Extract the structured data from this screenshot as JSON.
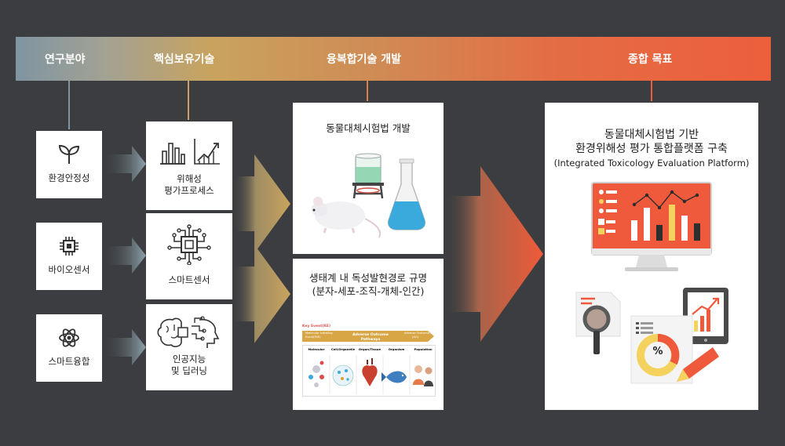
{
  "header": {
    "research_fields": "연구분야",
    "core_tech": "핵심보유기술",
    "convergence_dev": "융복합기술 개발",
    "final_goal": "종합 목표"
  },
  "research_fields": [
    {
      "label": "환경안정성",
      "icon": "sprout-icon"
    },
    {
      "label": "바이오센서",
      "icon": "chip-icon"
    },
    {
      "label": "스마트융합",
      "icon": "atom-icon"
    }
  ],
  "core_tech": [
    {
      "label_line1": "위해성",
      "label_line2": "평가프로세스",
      "icon": "chart-icon"
    },
    {
      "label_line1": "스마트센서",
      "label_line2": "",
      "icon": "circuit-chip-icon"
    },
    {
      "label_line1": "인공지능",
      "label_line2": "및 딥러닝",
      "icon": "brain-ai-icon"
    }
  ],
  "convergence": {
    "top_title": "동물대체시험법 개발",
    "bottom_title_line1": "생태계 내 독성발현경로 규명",
    "bottom_title_line2": "(분자-세포-조직-개체-인간)",
    "aop": {
      "key_event": "Key Event(KE)",
      "left_caption_line1": "Molecular Initiating",
      "left_caption_line2": "Event(MIE)",
      "middle_caption": "Adverse Outcome Pathways",
      "right_caption_line1": "Adverse Outcome",
      "right_caption_line2": "(AO)",
      "stages": [
        "Molecular",
        "Cell/Organelle",
        "Organ/Tissue",
        "Organism",
        "Population"
      ]
    }
  },
  "goal": {
    "title_line1": "동물대체시험법 기반",
    "title_line2": "환경위해성 평가 통합플랫폼 구축",
    "title_line3": "(Integrated Toxicology Evaluation Platform)",
    "percent_symbol": "%"
  },
  "colors": {
    "background": "#3b3d40",
    "accent_orange": "#ef5a3a",
    "gold": "#c9a35e",
    "steel": "#7f95a1"
  }
}
